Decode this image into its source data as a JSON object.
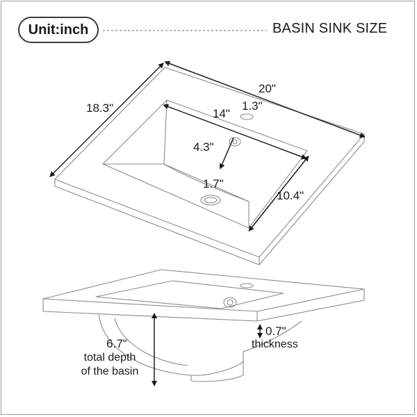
{
  "header": {
    "unit_label": "Unit:inch",
    "title": "BASIN SINK SIZE"
  },
  "dimensions": {
    "overall_width": "20\"",
    "overall_depth": "18.3\"",
    "basin_width": "14\"",
    "basin_depth": "10.4\"",
    "faucet_hole": "1.3\"",
    "faucet_to_overflow": "4.3\"",
    "drain_hole": "1.7\"",
    "thickness_value": "0.7\"",
    "thickness_label": "thickness",
    "total_depth_value": "6.7\"",
    "total_depth_line1": "total depth",
    "total_depth_line2": "of the basin"
  },
  "colors": {
    "line": "#1a1a1a",
    "sketch": "#8a8a8a",
    "frame": "#9a9a9a"
  }
}
